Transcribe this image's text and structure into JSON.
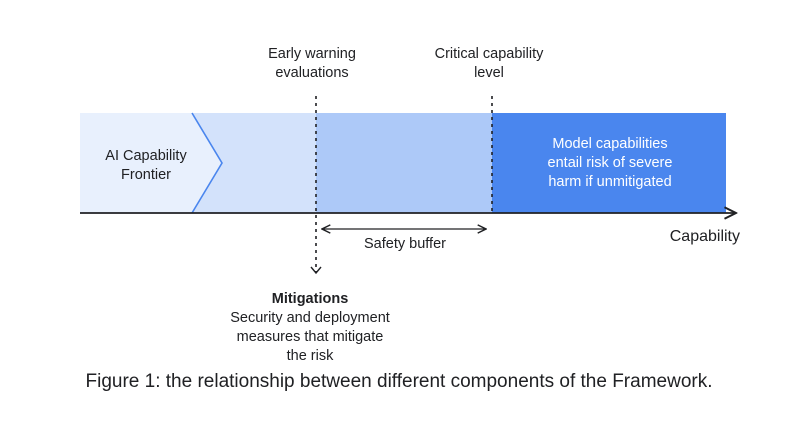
{
  "diagram": {
    "early_warning_label": "Early warning\nevaluations",
    "critical_label": "Critical capability\nlevel",
    "frontier_label": "AI Capability\nFrontier",
    "risk_zone_label": "Model capabilities\nentail risk of severe\nharm if unmitigated",
    "axis_label": "Capability",
    "safety_buffer_label": "Safety buffer",
    "mitigations_title": "Mitigations",
    "mitigations_description": "Security and deployment\nmeasures that mitigate\nthe risk",
    "colors": {
      "frontier_fill": "#e8f0fd",
      "approach_fill": "#d3e2fb",
      "buffer_fill": "#adc9f8",
      "risk_fill": "#4a86ee",
      "frontier_edge": "#4a86ee",
      "axis": "#202124"
    }
  },
  "caption": "Figure 1: the relationship between different components of the Framework."
}
